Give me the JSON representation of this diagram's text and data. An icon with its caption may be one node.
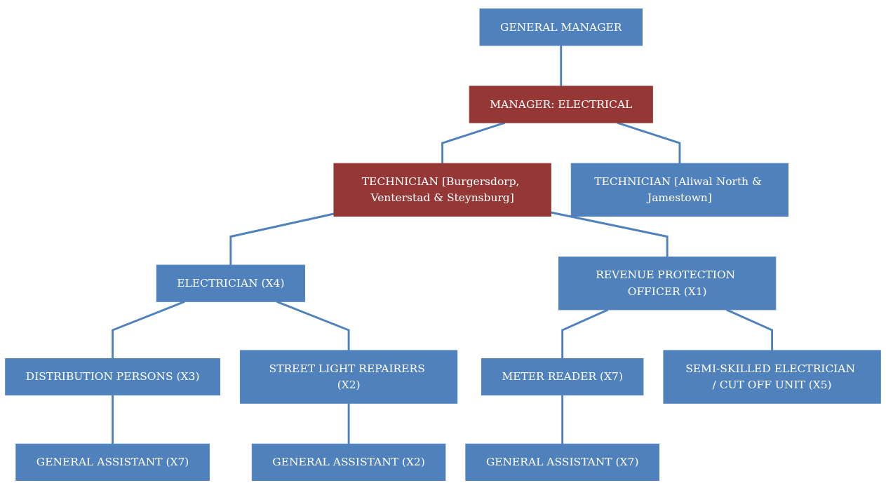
{
  "diagram": {
    "nodes": [
      {
        "text": [
          "GENERAL MANAGER"
        ]
      },
      {
        "text": [
          "MANAGER: ELECTRICAL"
        ]
      },
      {
        "text": [
          "TECHNICIAN [Burgersdorp, Venterstad & Steynsburg]"
        ]
      },
      {
        "text": [
          "TECHNICIAN [Aliwal North & Jamestown]"
        ]
      },
      {
        "text": [
          "ELECTRICIAN (X4)"
        ]
      },
      {
        "text": [
          "REVENUE PROTECTION OFFICER (X1)"
        ]
      },
      {
        "text": [
          "DISTRIBUTION PERSONS (X3)"
        ]
      },
      {
        "text": [
          "STREET LIGHT REPAIRERS (X2)"
        ]
      },
      {
        "text": [
          "METER READER (X7)"
        ]
      },
      {
        "text": [
          "SEMI-SKILLED ELECTRICIAN / CUT OFF UNIT (X5)"
        ]
      },
      {
        "text": [
          "GENERAL ASSISTANT (X7)"
        ]
      },
      {
        "text": [
          "GENERAL ASSISTANT (X2)"
        ]
      },
      {
        "text": [
          "GENERAL ASSISTANT (X7)"
        ]
      }
    ],
    "edges": [
      {
        "from": 0,
        "to": 1,
        "arrow": "none"
      },
      {
        "from": 1,
        "to": 2,
        "arrow": "none"
      },
      {
        "from": 1,
        "to": 3,
        "arrow": "none"
      },
      {
        "from": 2,
        "to": 4,
        "arrow": "none"
      },
      {
        "from": 2,
        "to": 5,
        "arrow": "none"
      },
      {
        "from": 4,
        "to": 6,
        "arrow": "none"
      },
      {
        "from": 4,
        "to": 7,
        "arrow": "none"
      },
      {
        "from": 5,
        "to": 8,
        "arrow": "none"
      },
      {
        "from": 5,
        "to": 9,
        "arrow": "none"
      },
      {
        "from": 6,
        "to": 10,
        "arrow": "none"
      },
      {
        "from": 7,
        "to": 11,
        "arrow": "none"
      },
      {
        "from": 8,
        "to": 12,
        "arrow": "none"
      }
    ]
  }
}
